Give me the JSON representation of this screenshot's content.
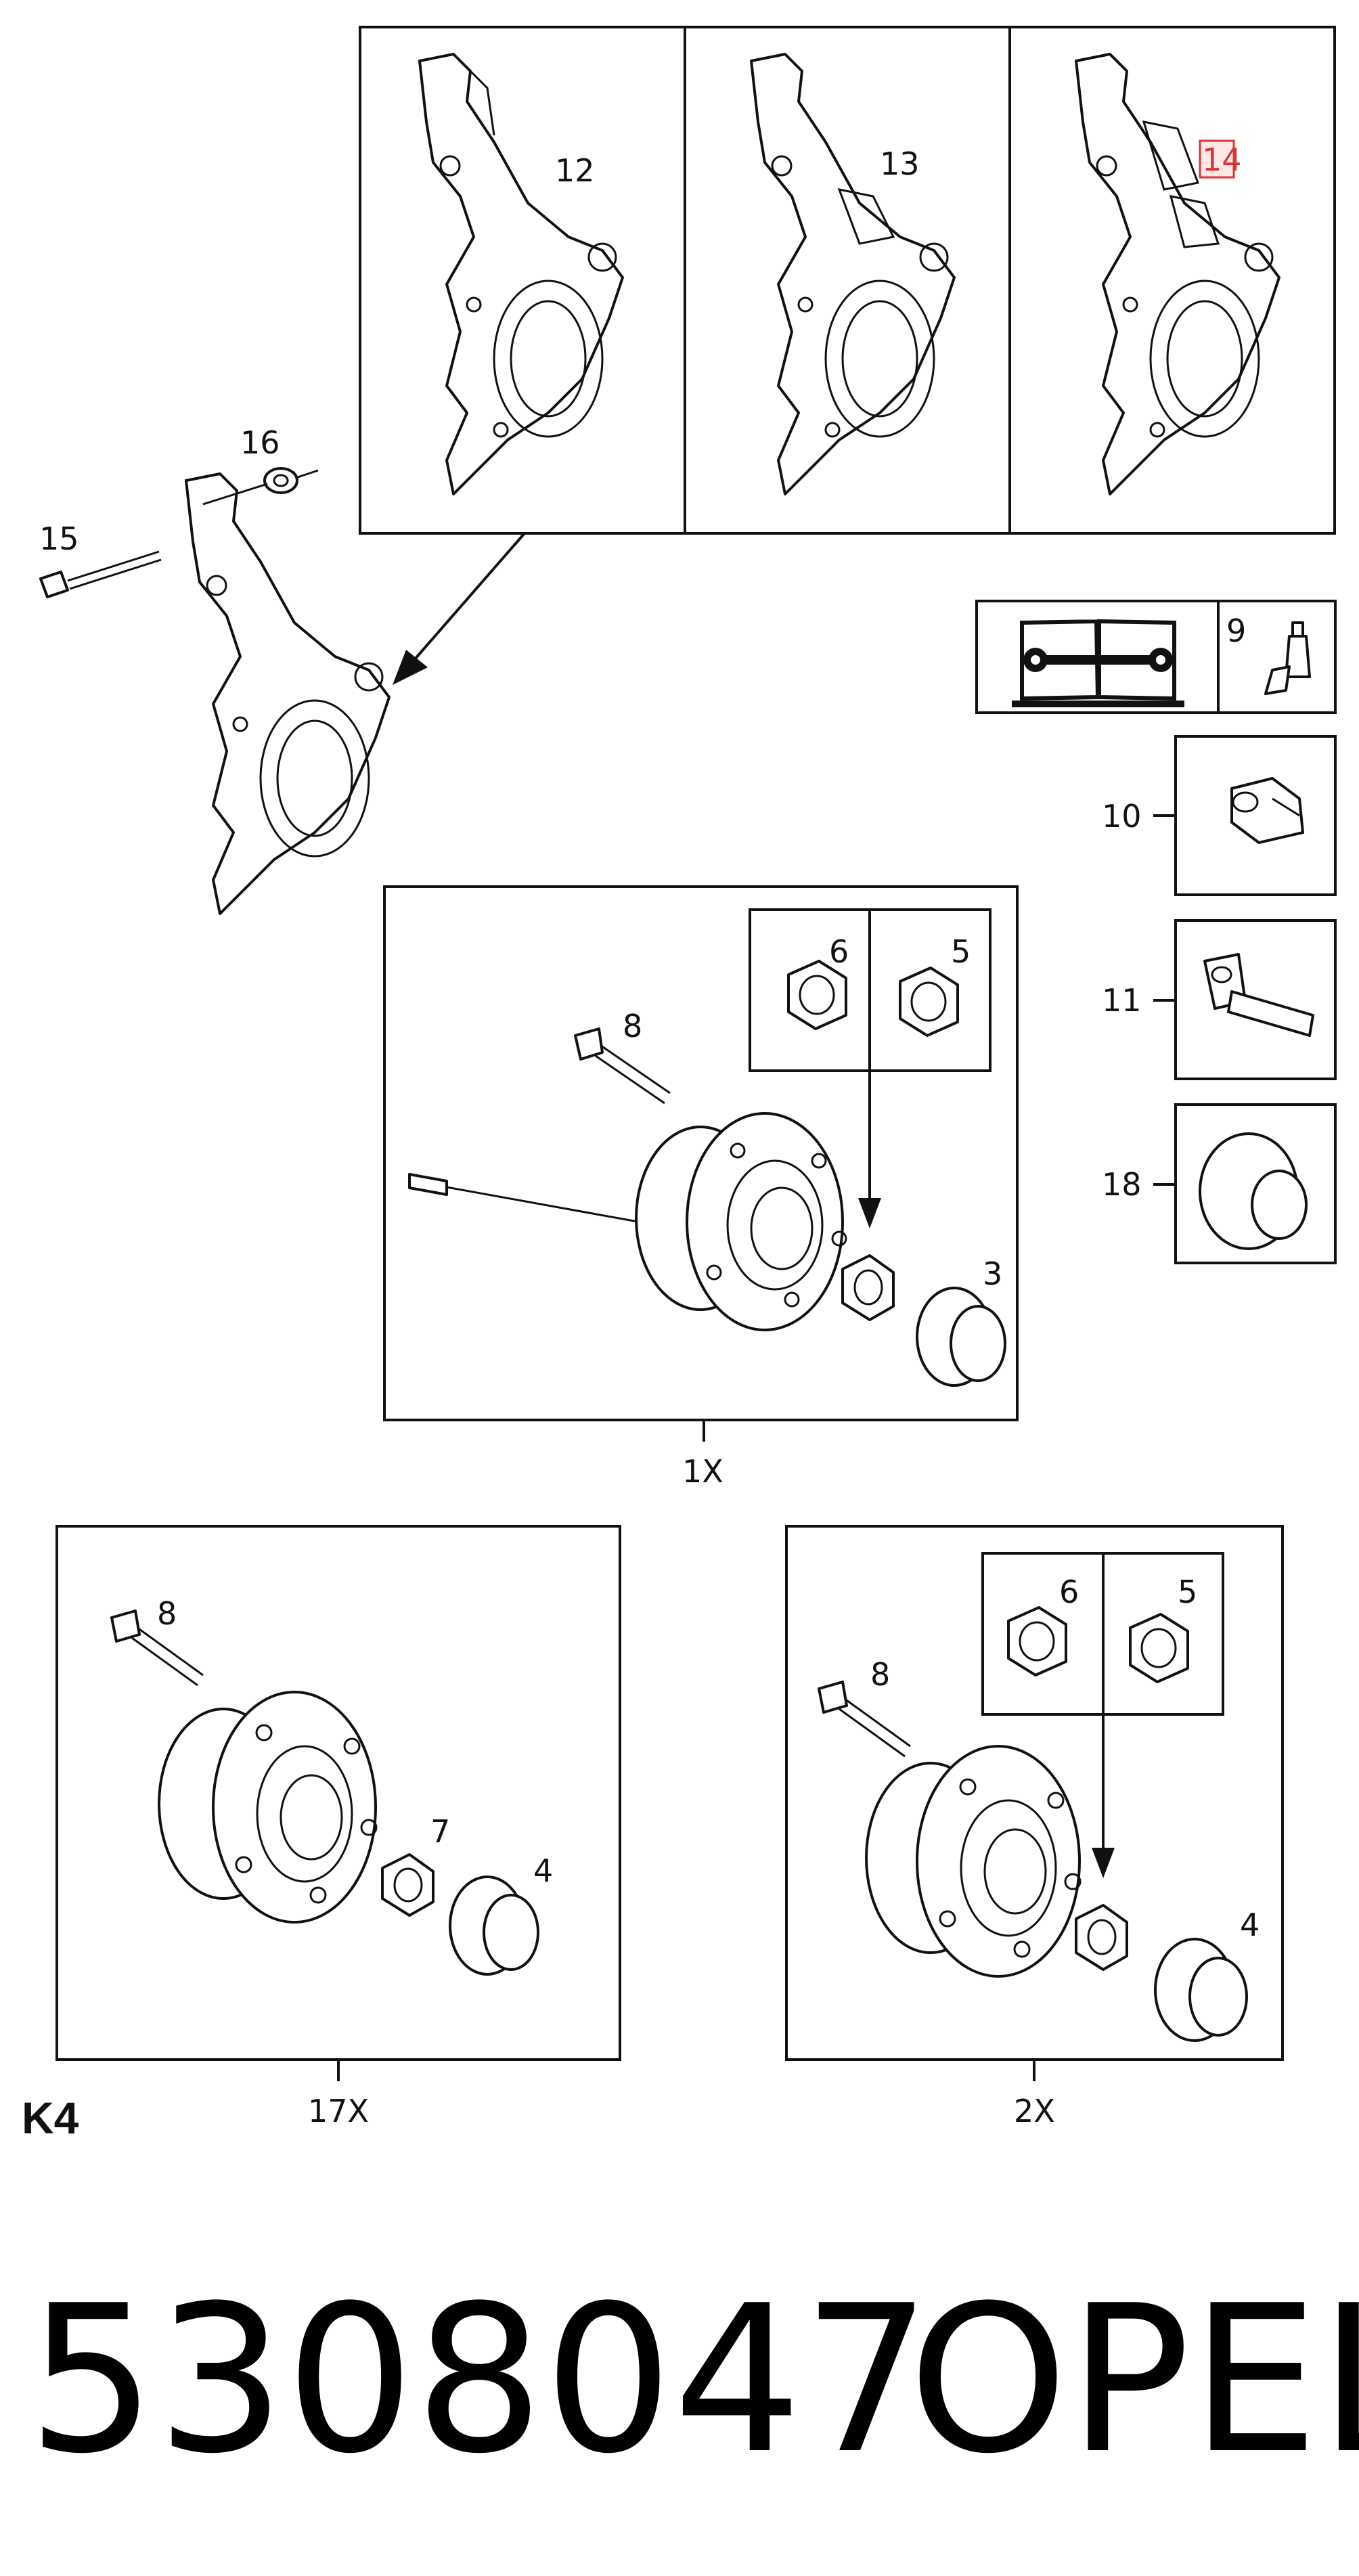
{
  "callouts": {
    "c12": "12",
    "c13": "13",
    "c14": "14",
    "c16": "16",
    "c15": "15",
    "c9": "9",
    "c10": "10",
    "c11": "11",
    "c18": "18",
    "c6a": "6",
    "c5a": "5",
    "c8a": "8",
    "c3": "3",
    "c8b": "8",
    "c7": "7",
    "c4b": "4",
    "c6c": "6",
    "c5c": "5",
    "c8c": "8",
    "c4c": "4"
  },
  "quantities": {
    "center": "1X",
    "left": "17X",
    "right": "2X"
  },
  "diagram_code": "K4",
  "part_number": "5308047",
  "brand": "OPEL",
  "highlight_color": "#d33333"
}
